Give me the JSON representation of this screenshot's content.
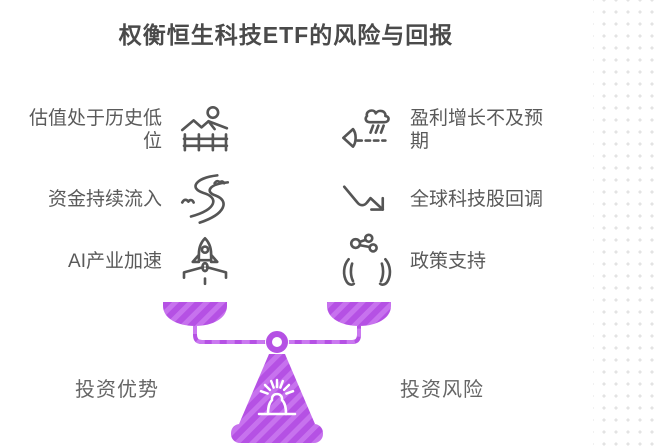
{
  "title": "权衡恒生科技ETF的风险与回报",
  "advantages": {
    "label": "投资优势",
    "items": [
      {
        "text": "估值处于历史低位",
        "icon": "valley-low-icon"
      },
      {
        "text": "资金持续流入",
        "icon": "river-inflow-icon"
      },
      {
        "text": "AI产业加速",
        "icon": "rocket-launch-icon"
      }
    ]
  },
  "risks": {
    "label": "投资风险",
    "items": [
      {
        "text": "盈利增长不及预期",
        "icon": "storm-wind-icon"
      },
      {
        "text": "全球科技股回调",
        "icon": "downtrend-arrow-icon"
      },
      {
        "text": "政策支持",
        "icon": "hands-support-icon"
      }
    ]
  },
  "colors": {
    "accent_purple": "#b551e4",
    "stripe_purple": "#ca78f0",
    "icon_stroke": "#555555",
    "text_gray": "#5a5a5a",
    "title_gray": "#4a4a4a",
    "label_gray": "#666666",
    "dot_gray": "#e3e3e3"
  }
}
